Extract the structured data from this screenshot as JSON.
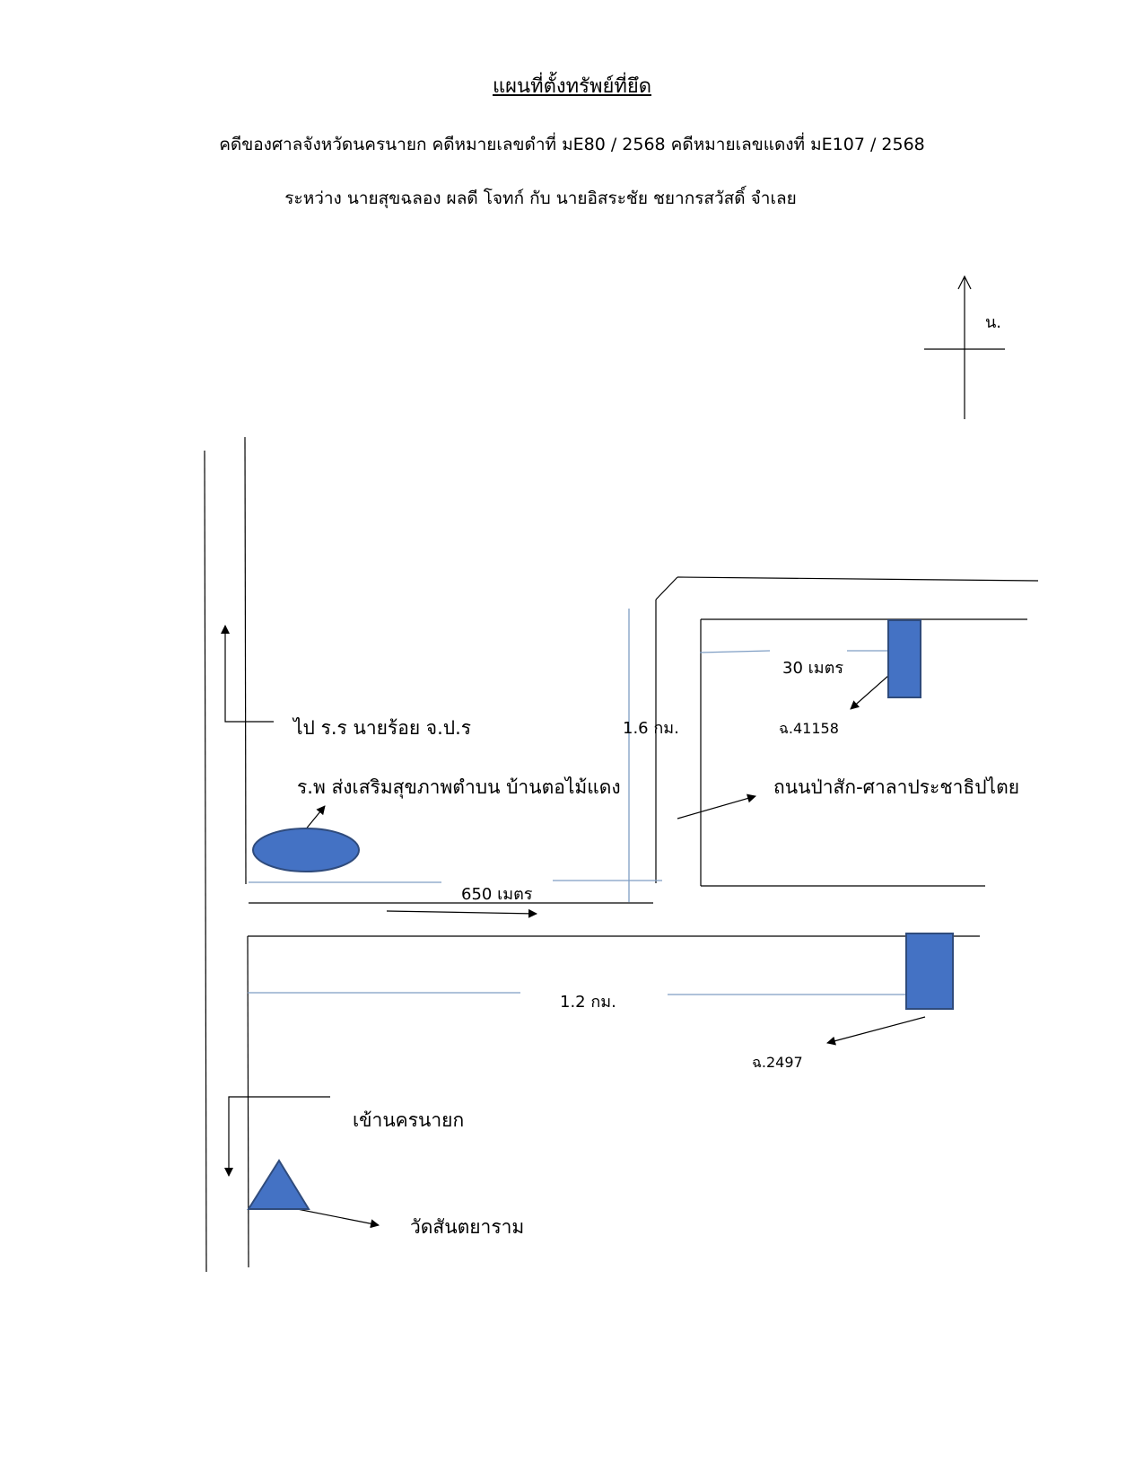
{
  "header": {
    "title": "แผนที่ตั้งทรัพย์ที่ยึด",
    "case_line": "คดีของศาลจังหวัดนครนายก  คดีหมายเลขดำที่ มE80 / 2568 คดีหมายเลขแดงที่ มE107 / 2568",
    "parties_line": "ระหว่าง นายสุขฉลอง  ผลดี  โจทก์  กับ  นายอิสระชัย  ชยากรสวัสดิ์  จำเลย"
  },
  "map": {
    "north_label": "น.",
    "labels": {
      "to_school": "ไป ร.ร นายร้อย จ.ป.ร",
      "distance_1_6km": "1.6 กม.",
      "parcel_1": "ฉ.41158",
      "distance_30m": "30 เมตร",
      "health_center": "ร.พ ส่งเสริมสุขภาพตำบน บ้านตอไม้แดง",
      "road_name": "ถนนป่าสัก-ศาลาประชาธิปไตย",
      "distance_650m": "650 เมตร",
      "distance_1_2km": "1.2 กม.",
      "parcel_2": "ฉ.2497",
      "to_nakhon_nayok": "เข้านครนายก",
      "temple": "วัดสันตยาราม"
    },
    "colors": {
      "shape_fill": "#4472c4",
      "shape_stroke": "#2f4b7c",
      "guide_line": "#7f9ec4",
      "road_line": "#000000"
    }
  }
}
